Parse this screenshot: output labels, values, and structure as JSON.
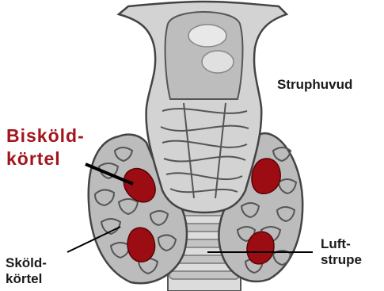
{
  "labels": {
    "struphuvud": "Struphuvud",
    "biskoldkortel": "Bisköld-\nkörtel",
    "skoldkortel": "Sköld-\nkörtel",
    "luftstrupe": "Luft-\nstrupe"
  },
  "colors": {
    "parathyroid": "#9b0d12",
    "thyroid": "#b8b8b8",
    "larynx": "#cfcfcf",
    "trachea": "#d9d9d9",
    "label_accent": "#a3151b"
  }
}
